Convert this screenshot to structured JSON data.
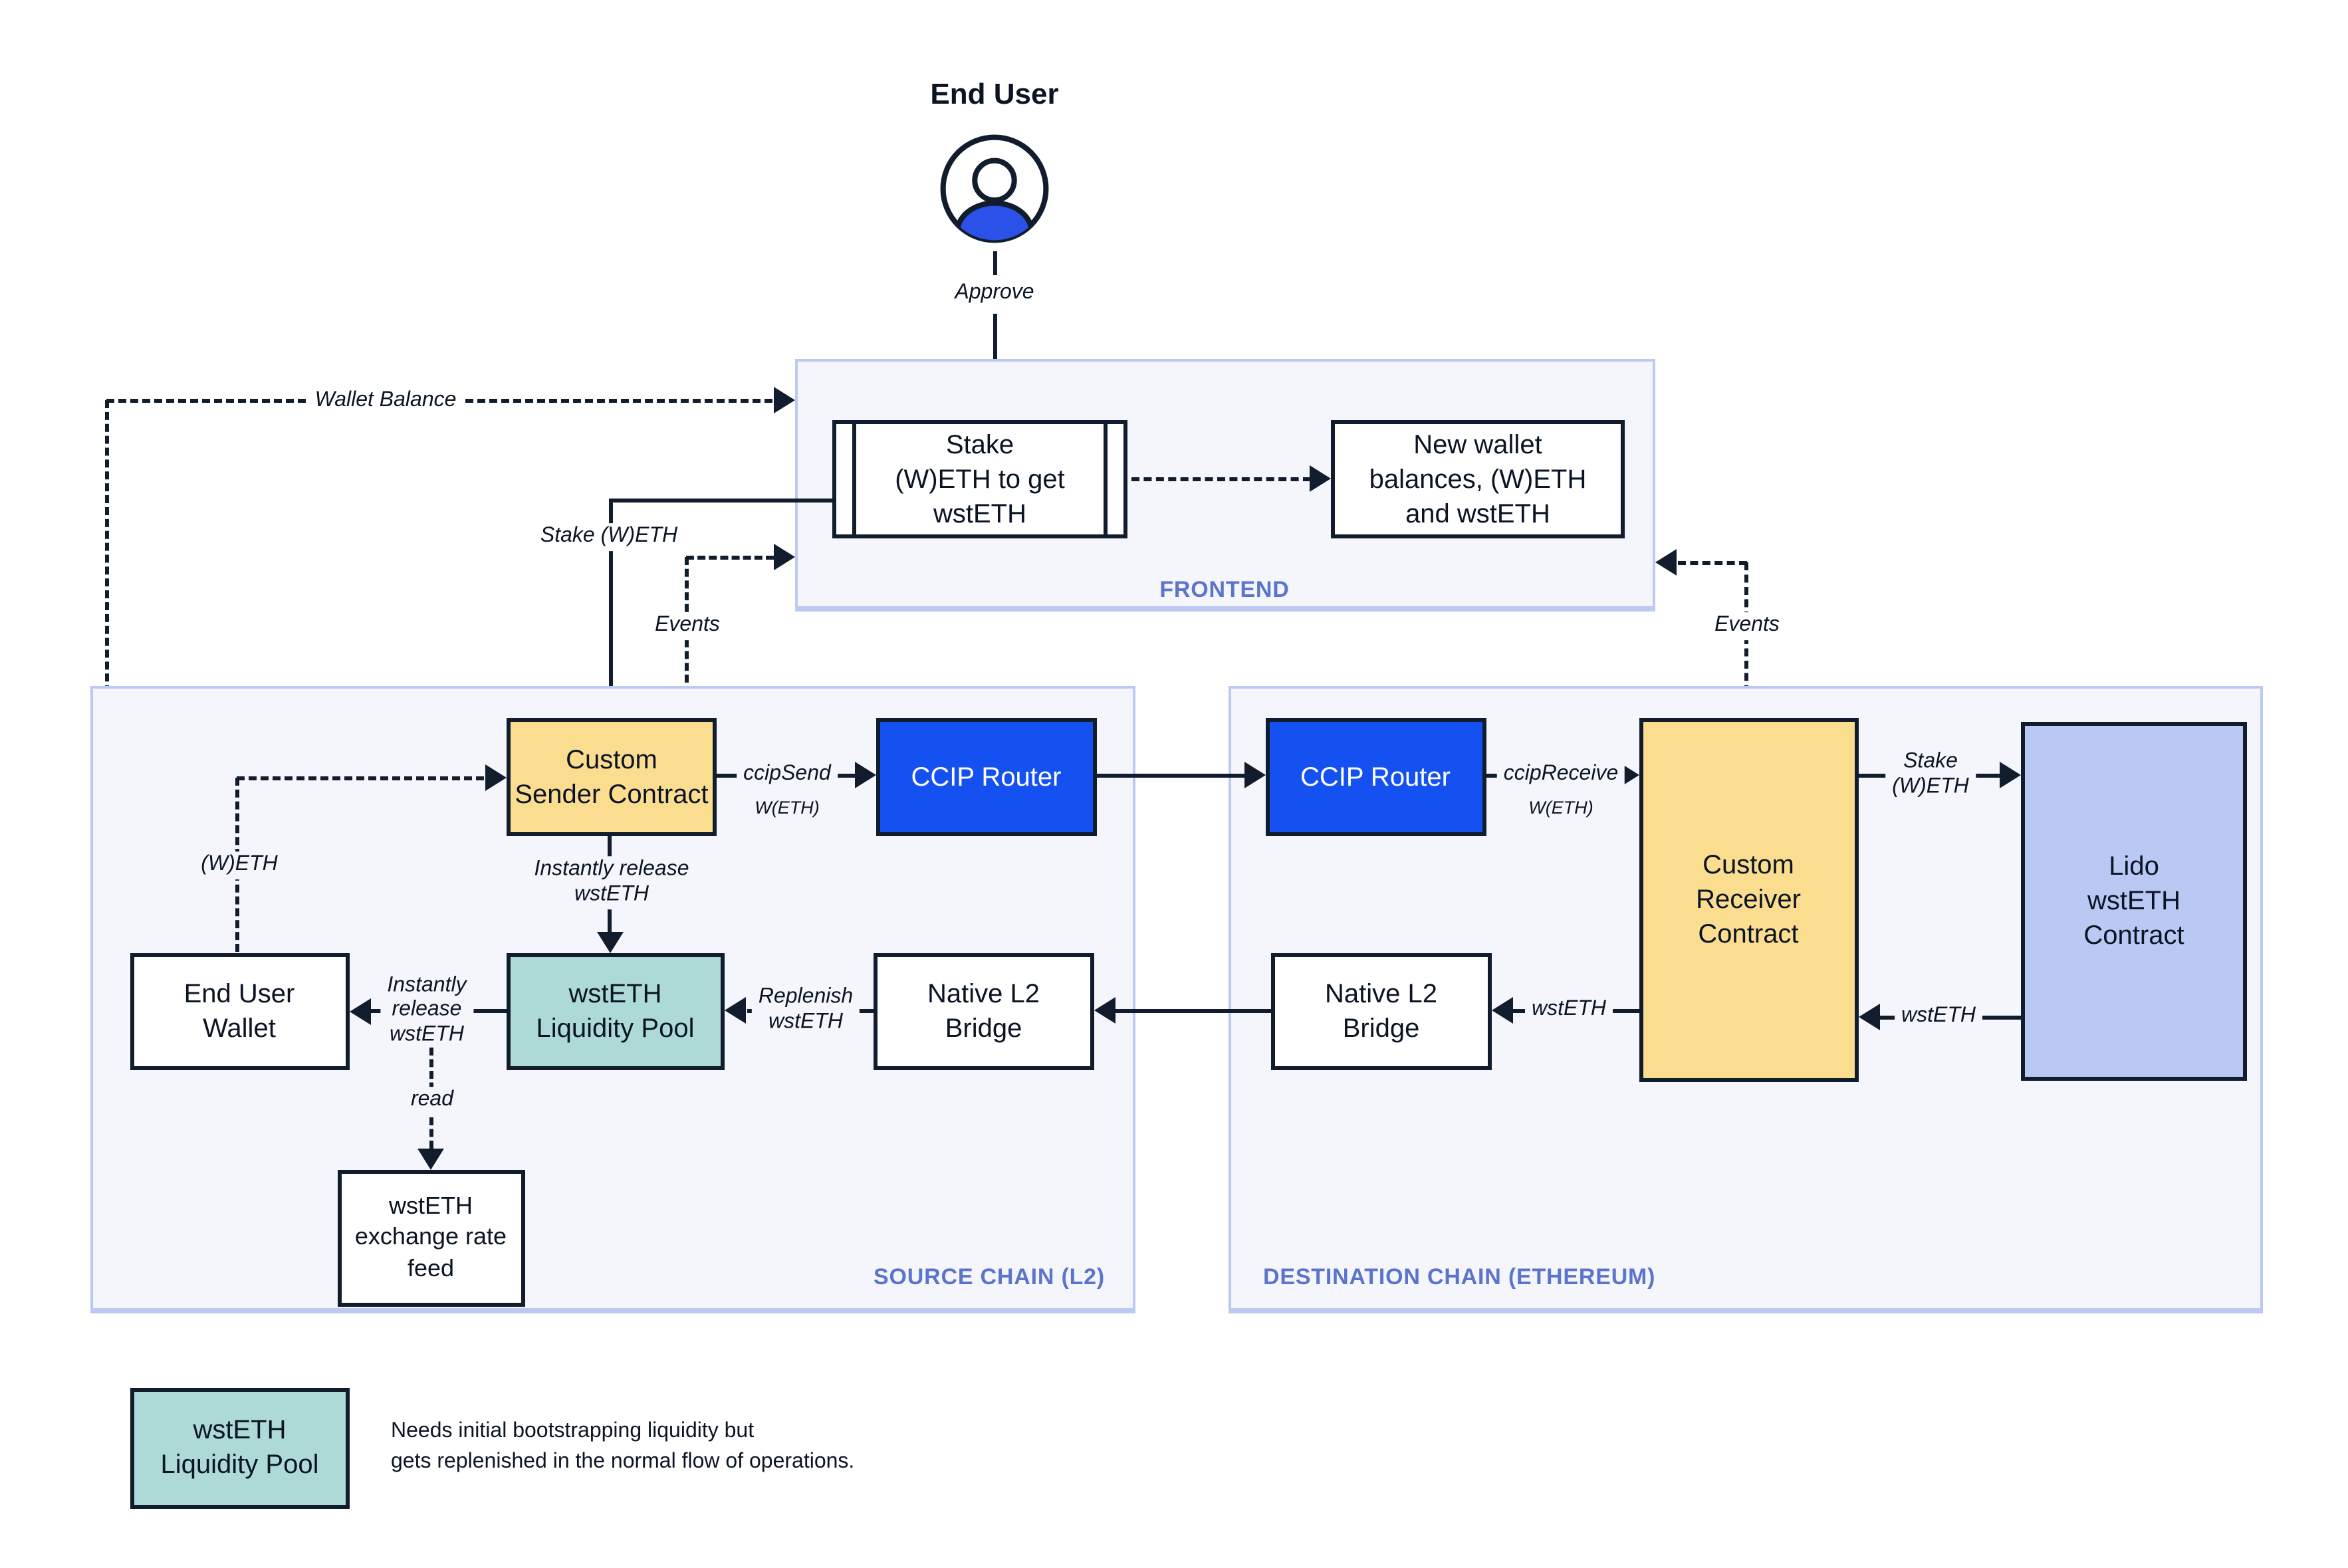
{
  "actor": {
    "title": "End User"
  },
  "containers": {
    "frontend": "FRONTEND",
    "source_chain": "SOURCE CHAIN (L2)",
    "destination_chain": "DESTINATION CHAIN (ETHEREUM)"
  },
  "nodes": {
    "stake_ui": "Stake\n(W)ETH to get\nwstETH",
    "new_balances": "New wallet\nbalances, (W)ETH\nand wstETH",
    "custom_sender": "Custom\nSender Contract",
    "ccip_router_source": "CCIP Router",
    "ccip_router_destination": "CCIP Router",
    "custom_receiver": "Custom\nReceiver\nContract",
    "lido_contract": "Lido\nwstETH\nContract",
    "end_user_wallet": "End User\nWallet",
    "wsteth_pool": "wstETH\nLiquidity Pool",
    "native_bridge_source": "Native L2\nBridge",
    "native_bridge_destination": "Native L2\nBridge",
    "rate_feed": "wstETH\nexchange rate\nfeed"
  },
  "edges": {
    "approve": "Approve",
    "wallet_balance": "Wallet Balance",
    "stake_weth": "Stake (W)ETH",
    "events": "Events",
    "weth": "(W)ETH",
    "ccip_send": "ccipSend",
    "ccip_receive": "ccipReceive",
    "weth_token": "W(ETH)",
    "stake_weth_2line": "Stake\n(W)ETH",
    "wsteth": "wstETH",
    "replenish_wsteth": "Replenish\nwstETH",
    "instantly_release_2line": "Instantly release\nwstETH",
    "instantly_release_3line": "Instantly\nrelease\nwstETH",
    "read": "read"
  },
  "legend": {
    "swatch": "wstETH\nLiquidity Pool",
    "note": "Needs initial bootstrapping liquidity but\ngets replenished in the normal flow of operations."
  },
  "colors": {
    "contract_yellow": "#fbdd90",
    "router_blue": "#1551f0",
    "pool_teal": "#addad7",
    "lido_periwinkle": "#bac9f4",
    "container_fill": "#f4f6fc",
    "container_border": "#bcc9f2",
    "container_label_blue": "#5b74cc",
    "line_dark": "#111c2d",
    "avatar_blue": "#2b52e8"
  }
}
